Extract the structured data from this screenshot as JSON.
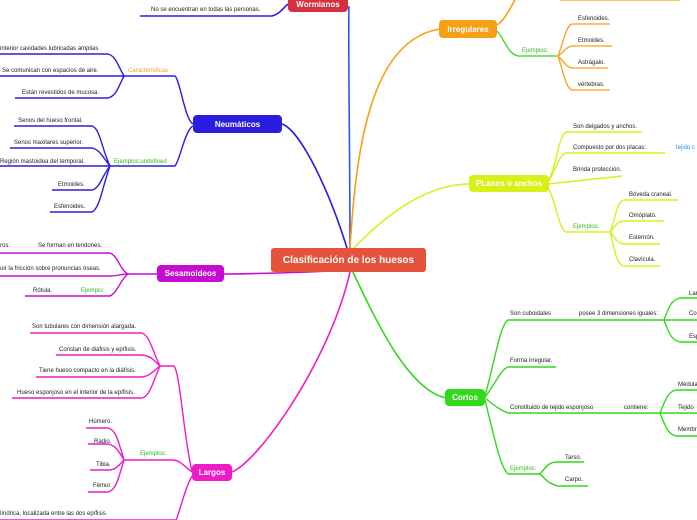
{
  "title": "Clasificación de los huesos",
  "colors": {
    "wormianos": "#d62f3f",
    "irregulares": "#f5a015",
    "neumaticos": "#2a1ddf",
    "planos": "#d7f019",
    "sesamoideos": "#c40dd0",
    "cortos": "#31d81b",
    "largos": "#ef1ac8",
    "central": "#e5533d"
  },
  "wormianos": {
    "label": "Wormianos",
    "desc": "No se encuentran en todas las personas."
  },
  "irregulares": {
    "label": "Irregulares",
    "ejemplos_label": "Ejemplos:",
    "examples": [
      "Esfenoides.",
      "Etmoides.",
      "Astrágalo.",
      "vértebras."
    ]
  },
  "neumaticos": {
    "label": "Neumáticos",
    "caracteristicas_label": "Características",
    "caracteristicas": [
      "interior cavidades lubricadas amplias",
      "Se comunican con espacios de aire.",
      "Están revestidos de mucosa."
    ],
    "ejemplos_label": "Ejemplos:undefined",
    "examples": [
      "Senos del hueso frontal.",
      "Senos maxilares superior.",
      "Región mastoidea del temporal.",
      "Etmoides.",
      "Esfenoides."
    ]
  },
  "planos": {
    "label": "PLanos o anchos",
    "items": [
      "Son delgados y anchos.",
      "Compuesto por dos placas:",
      "Brinda protección."
    ],
    "placas_child": "tejido c",
    "ejemplos_label": "Ejemplos:",
    "examples": [
      "Bóveda craneal.",
      "Omóplato.",
      "Esternón.",
      "Clavícula."
    ]
  },
  "sesamoideos": {
    "label": "Sesamoideos",
    "items": [
      "Se forman en tendones.",
      "uir la fricción sobre pronuncias óseas."
    ],
    "left_fragment": "ros.",
    "ejemplo_label": "Ejemplo:",
    "example": "Rótula."
  },
  "cortos": {
    "label": "Cortos",
    "cuboidales": "Son cuboidales",
    "dimensiones": "posee 3 dimensiones iguales:",
    "dim_children": [
      "Lar",
      "Co",
      "Esp"
    ],
    "forma": "Forma irregular.",
    "esponjoso": "Constituido de tejido esponjoso",
    "contiene": "contiene:",
    "contiene_children": [
      "Médula",
      "Tejido",
      "Membr"
    ],
    "ejemplos_label": "Ejemplos:",
    "examples": [
      "Tarso.",
      "Carpo."
    ]
  },
  "largos": {
    "label": "Largos",
    "items": [
      "Son tubulares con dimensión alargada.",
      "Constan de diáfisis y epífisis.",
      "Tiene hueso compacto en la diáfisis.",
      "Hueso esponjoso en el interior de la epífisis."
    ],
    "ejemplos_label": "Ejemplos:",
    "examples": [
      "Húmero.",
      "Radio.",
      "Tibia.",
      "Fémur."
    ],
    "bottom": "líndrica, localizada entre las dos epífisis."
  }
}
